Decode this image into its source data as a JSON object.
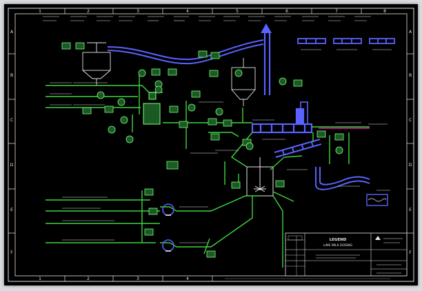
{
  "drawing": {
    "column_labels": [
      "1",
      "2",
      "3",
      "4",
      "5",
      "6",
      "7",
      "8"
    ],
    "row_labels": [
      "A",
      "B",
      "C",
      "D",
      "E",
      "F"
    ],
    "title_block": {
      "title": "LEGEND",
      "subtitle": "LIME MILK DOSING"
    }
  },
  "colors": {
    "sheet": "#000000",
    "frame": "#e6e6e6",
    "process_line": "#3fd63f",
    "equipment": "#5a63ff",
    "instrument_fill": "#1b5a24",
    "instrument_stroke": "#7cff7c",
    "alt_line": "#ff2ea6",
    "text": "#e8e8e8"
  }
}
